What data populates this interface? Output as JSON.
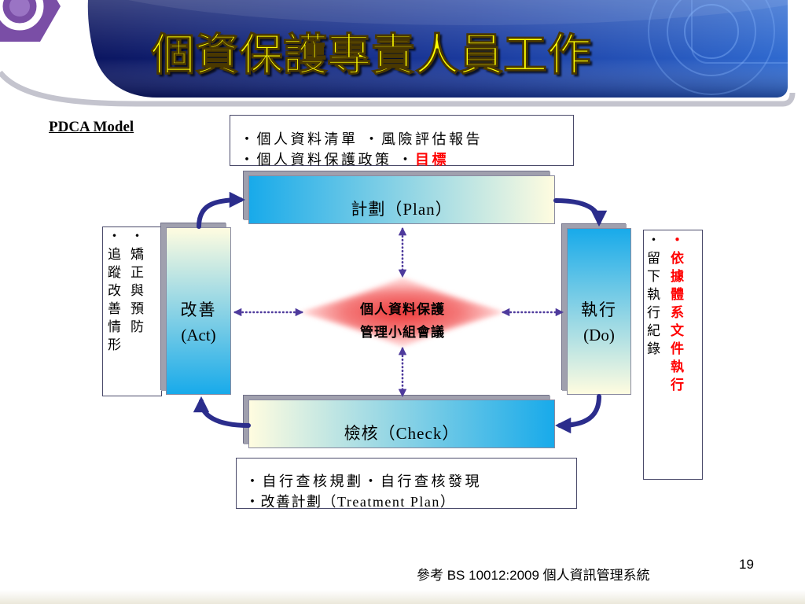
{
  "slide": {
    "title": "個資保護專責人員工作",
    "model_label": "PDCA Model",
    "page_number": "19",
    "reference": "參考 BS 10012:2009 個人資訊管理系統"
  },
  "pdca": {
    "plan": {
      "label": "計劃（Plan）",
      "notes": {
        "line1": "・個人資料清單 ・風險評估報告",
        "line2": "・個人資料保護政策 ・",
        "line2_highlight": "目標"
      }
    },
    "do": {
      "label": "執行",
      "label_en": "(Do)",
      "notes": [
        "・依據體系文件執行",
        "・留下執行紀錄"
      ]
    },
    "check": {
      "label": "檢核（Check）",
      "notes": [
        "・自行查核規劃・自行查核發現",
        "・改善計劃（Treatment Plan）"
      ]
    },
    "act": {
      "label": "改善",
      "label_en": "(Act)",
      "notes": [
        "・矯正與預防",
        "・追蹤改善情形"
      ]
    },
    "center": {
      "line1": "個人資料保護",
      "line2": "管理小組會議"
    }
  },
  "colors": {
    "title": "#ffff00",
    "title_outline": "#4a3800",
    "highlight": "#ff0000",
    "cycle_arrow": "#2b2d8c",
    "link_arrow": "#4e3a9c",
    "box_blue": "#18aaea",
    "box_pale": "#fffce0",
    "diamond_core": "#ee3a3a",
    "diamond_edge": "#ffd0d0",
    "banner_dark": "#0b1560",
    "banner_light": "#2f6ad0",
    "logo": "#7a4ea6"
  }
}
